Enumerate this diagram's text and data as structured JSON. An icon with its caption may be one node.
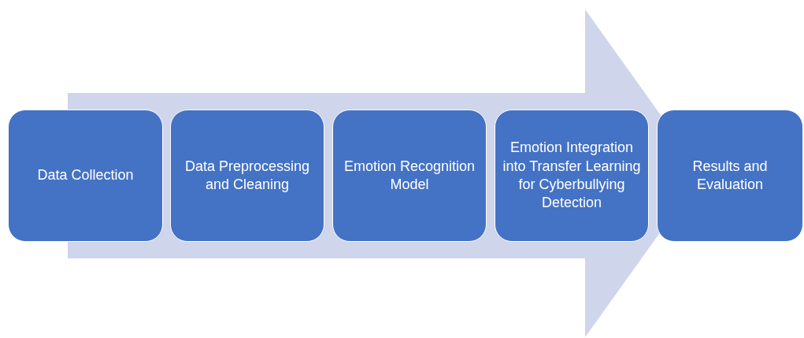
{
  "diagram": {
    "nodes": [
      {
        "text": [
          "Data Collection"
        ]
      },
      {
        "text": [
          "Data Preprocessing and Cleaning"
        ]
      },
      {
        "text": [
          "Emotion Recognition Model"
        ]
      },
      {
        "text": [
          "Emotion Integration into Transfer Learning for Cyberbullying Detection"
        ]
      },
      {
        "text": [
          "Results and Evaluation"
        ]
      }
    ],
    "edges": [
      {
        "from": 0,
        "to": 4,
        "arrow": "to"
      }
    ]
  }
}
